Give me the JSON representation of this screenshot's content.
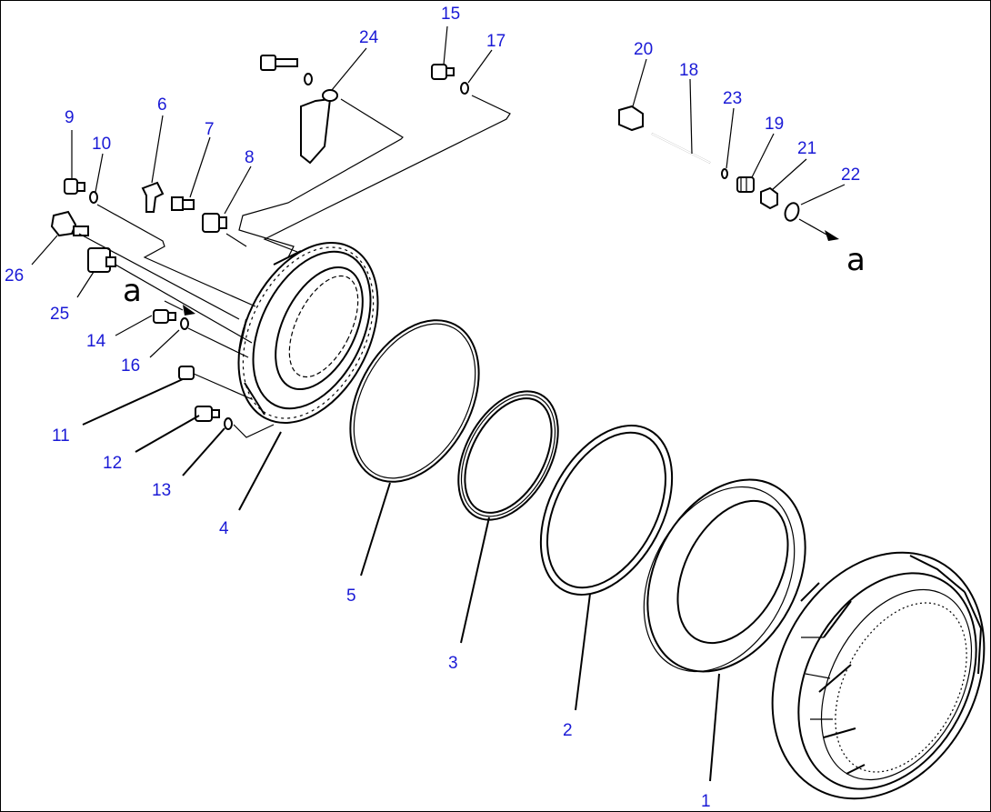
{
  "diagram": {
    "type": "exploded-parts-view",
    "callout_color": "#1a1ad6",
    "reference_letters": [
      {
        "id": "ref-a-right",
        "text": "a"
      },
      {
        "id": "ref-a-left",
        "text": "a"
      }
    ],
    "callouts": [
      {
        "id": "1",
        "text": "1"
      },
      {
        "id": "2",
        "text": "2"
      },
      {
        "id": "3",
        "text": "3"
      },
      {
        "id": "4",
        "text": "4"
      },
      {
        "id": "5",
        "text": "5"
      },
      {
        "id": "6",
        "text": "6"
      },
      {
        "id": "7",
        "text": "7"
      },
      {
        "id": "8",
        "text": "8"
      },
      {
        "id": "9",
        "text": "9"
      },
      {
        "id": "10",
        "text": "10"
      },
      {
        "id": "11",
        "text": "11"
      },
      {
        "id": "12",
        "text": "12"
      },
      {
        "id": "13",
        "text": "13"
      },
      {
        "id": "14",
        "text": "14"
      },
      {
        "id": "15",
        "text": "15"
      },
      {
        "id": "16",
        "text": "16"
      },
      {
        "id": "17",
        "text": "17"
      },
      {
        "id": "18",
        "text": "18"
      },
      {
        "id": "19",
        "text": "19"
      },
      {
        "id": "20",
        "text": "20"
      },
      {
        "id": "21",
        "text": "21"
      },
      {
        "id": "22",
        "text": "22"
      },
      {
        "id": "23",
        "text": "23"
      },
      {
        "id": "24",
        "text": "24"
      },
      {
        "id": "25",
        "text": "25"
      },
      {
        "id": "26",
        "text": "26"
      }
    ]
  }
}
